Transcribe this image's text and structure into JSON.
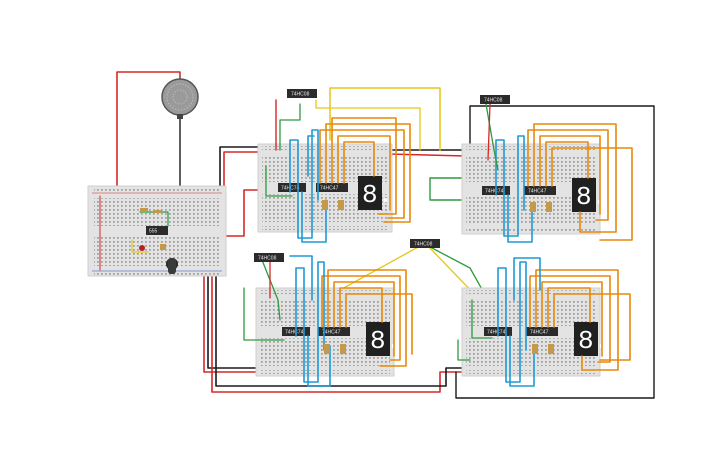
{
  "colors": {
    "breadboard": "#e3e3e3",
    "breadboard_edge": "#c9c9c9",
    "hole": "#6a6a6a",
    "rail_red": "#d0282a",
    "rail_blue": "#2a52be",
    "chip": "#2b2b2b",
    "display": "#202020",
    "segment": "#ffffff",
    "wire_red": "#d62828",
    "wire_black": "#1a1a1a",
    "wire_orange": "#e8890c",
    "wire_blue": "#1f9ad6",
    "wire_green": "#2e9a3e",
    "wire_yellow": "#e6c619",
    "speaker": "#8c8c8c"
  },
  "chips": {
    "main_timer": "555",
    "top_left_a": "74HC74",
    "top_left_b": "74HC47",
    "top_right_a": "74HC74",
    "top_right_b": "74HC47",
    "bottom_left_a": "74HC74",
    "bottom_left_b": "74HC47",
    "bottom_right_a": "74HC74",
    "bottom_right_b": "74HC47",
    "gate_1": "74HC08",
    "gate_2": "74HC08",
    "gate_3": "74HC08",
    "gate_4": "74HC08"
  },
  "displays": {
    "top_left": "8.",
    "top_right": "8.",
    "bottom_left": "8.",
    "bottom_right": "8."
  },
  "icons": {
    "speaker": "speaker-icon",
    "potentiometer": "potentiometer-icon",
    "led": "led-icon",
    "capacitor": "capacitor-icon"
  }
}
